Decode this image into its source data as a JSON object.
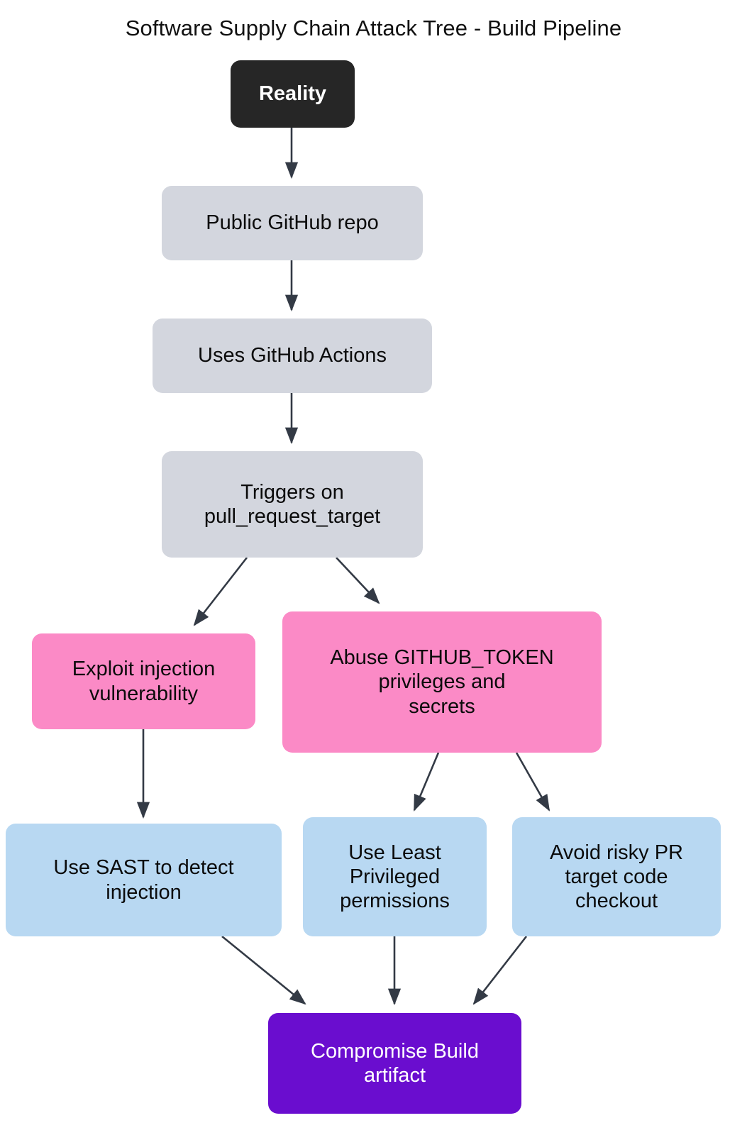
{
  "diagram": {
    "title": "Software Supply Chain Attack Tree - Build Pipeline",
    "type": "attack-tree-flowchart",
    "colors": {
      "root": "#262626",
      "neutral": "#d3d6de",
      "attack": "#fb8ac6",
      "mitigation": "#b8d8f2",
      "impact": "#6a0dcf",
      "edge": "#333a45",
      "background": "#ffffff",
      "text_dark": "#0b0b0b",
      "text_light": "#ffffff"
    },
    "nodes": [
      {
        "id": "reality",
        "label": "Reality",
        "kind": "root"
      },
      {
        "id": "repo",
        "label": "Public GitHub repo",
        "kind": "neutral"
      },
      {
        "id": "actions",
        "label": "Uses GitHub Actions",
        "kind": "neutral"
      },
      {
        "id": "trigger",
        "label": "Triggers on\npull_request_target",
        "kind": "neutral"
      },
      {
        "id": "injection",
        "label": "Exploit injection\nvulnerability",
        "kind": "attack"
      },
      {
        "id": "token",
        "label": "Abuse GITHUB_TOKEN\nprivileges and\nsecrets",
        "kind": "attack"
      },
      {
        "id": "sast",
        "label": "Use SAST to detect\ninjection",
        "kind": "mitigation"
      },
      {
        "id": "leastpriv",
        "label": "Use Least\nPrivileged\npermissions",
        "kind": "mitigation"
      },
      {
        "id": "checkout",
        "label": "Avoid risky PR\ntarget code\ncheckout",
        "kind": "mitigation"
      },
      {
        "id": "compromise",
        "label": "Compromise Build\nartifact",
        "kind": "impact"
      }
    ],
    "edges": [
      {
        "from": "reality",
        "to": "repo"
      },
      {
        "from": "repo",
        "to": "actions"
      },
      {
        "from": "actions",
        "to": "trigger"
      },
      {
        "from": "trigger",
        "to": "injection"
      },
      {
        "from": "trigger",
        "to": "token"
      },
      {
        "from": "injection",
        "to": "sast"
      },
      {
        "from": "token",
        "to": "leastpriv"
      },
      {
        "from": "token",
        "to": "checkout"
      },
      {
        "from": "sast",
        "to": "compromise"
      },
      {
        "from": "leastpriv",
        "to": "compromise"
      },
      {
        "from": "checkout",
        "to": "compromise"
      }
    ]
  }
}
